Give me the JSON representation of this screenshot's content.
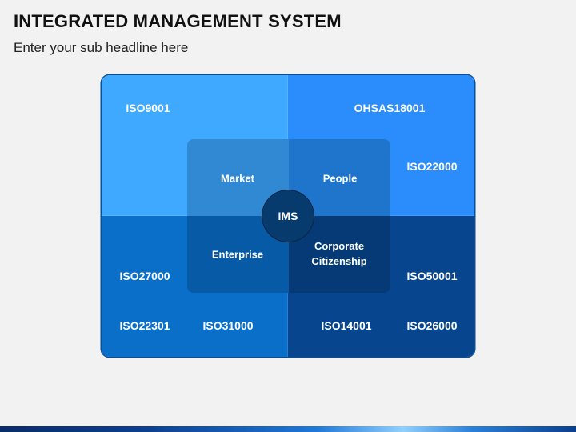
{
  "header": {
    "title": "INTEGRATED MANAGEMENT SYSTEM",
    "subtitle": "Enter your sub headline here"
  },
  "diagram": {
    "center": "IMS",
    "inner": {
      "market": "Market",
      "people": "People",
      "enterprise": "Enterprise",
      "corporate_line1": "Corporate",
      "corporate_line2": "Citizenship"
    },
    "standards": {
      "iso9001": "ISO9001",
      "ohsas18001": "OHSAS18001",
      "iso22000": "ISO22000",
      "iso27000": "ISO27000",
      "iso50001": "ISO50001",
      "iso22301": "ISO22301",
      "iso31000": "ISO31000",
      "iso14001": "ISO14001",
      "iso26000": "ISO26000"
    },
    "colors": {
      "top_left": "#3fa9ff",
      "top_right": "#2a8dfb",
      "bottom_left": "#0a6fc9",
      "bottom_right": "#07468f",
      "center": "#073b6e"
    }
  }
}
